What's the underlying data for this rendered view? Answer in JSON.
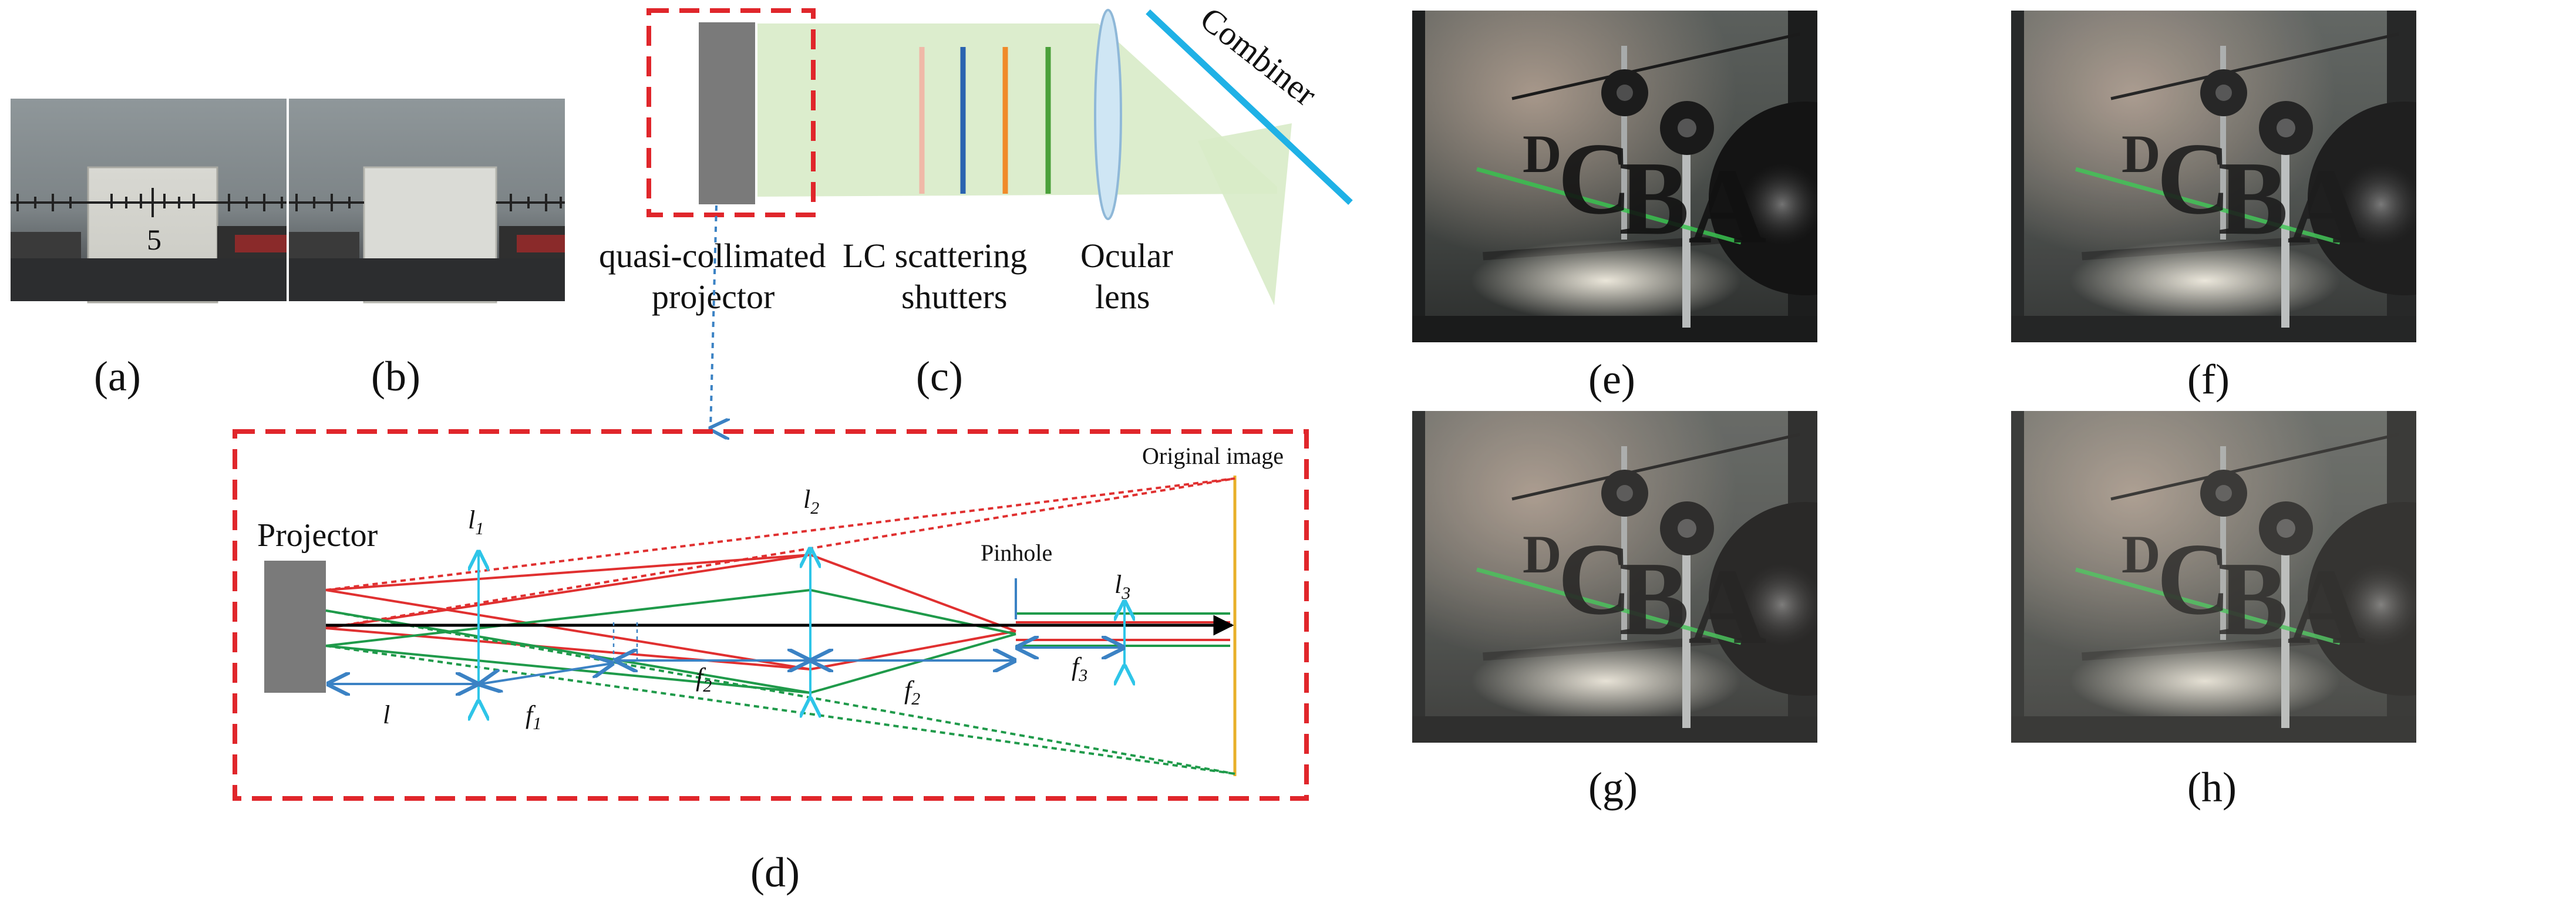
{
  "labels": {
    "panel_a": "(a)",
    "panel_b": "(b)",
    "panel_c": "(c)",
    "panel_d": "(d)",
    "panel_e": "(e)",
    "panel_f": "(f)",
    "panel_g": "(g)",
    "panel_h": "(h)"
  },
  "photo_text": {
    "ruler_number": "5",
    "letters": [
      "D",
      "C",
      "B",
      "A"
    ]
  },
  "system": {
    "projector_label_1": "quasi-collimated",
    "projector_label_2": "projector",
    "shutters_label_1": "LC scattering",
    "shutters_label_2": "shutters",
    "ocular_label_1": "Ocular",
    "ocular_label_2": "lens",
    "combiner_label": "Combiner"
  },
  "inset": {
    "projector": "Projector",
    "original_image": "Original image",
    "pinhole": "Pinhole",
    "l1": "l",
    "l1_sub": "1",
    "l2": "l",
    "l2_sub": "2",
    "l3": "l",
    "l3_sub": "3",
    "l": "l",
    "f1": "f",
    "f1_sub": "1",
    "f2a": "f",
    "f2a_sub": "2",
    "f2b": "f",
    "f2b_sub": "2",
    "f3": "f",
    "f3_sub": "3"
  },
  "colors": {
    "red_dash": "#e0262b",
    "ray_red": "#e03030",
    "ray_green": "#1f9a4a",
    "blue": "#3b82c4",
    "cyan": "#2ec5e8",
    "combiner": "#1fb1e6",
    "beam": "#d8ebc8",
    "projector_gray": "#7a7a7a",
    "shutter_1": "#f0b8a8",
    "shutter_2": "#2a63b0",
    "shutter_3": "#f08a2a",
    "shutter_4": "#4aa03a",
    "image_plane": "#e8b02a",
    "letters_green": "#39c24f"
  }
}
